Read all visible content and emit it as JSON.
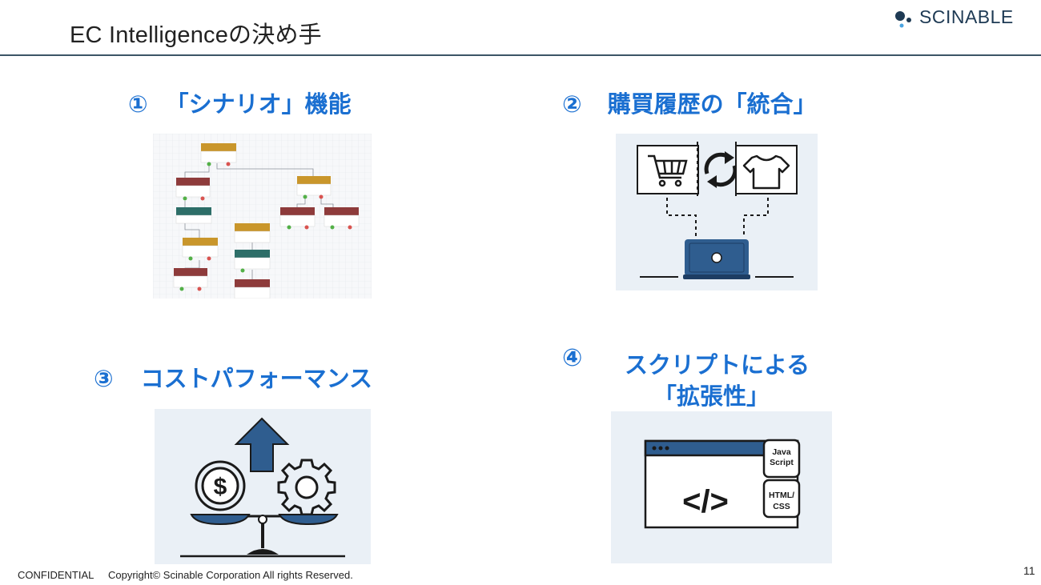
{
  "header": {
    "title": "EC Intelligenceの決め手",
    "logo_text": "SCINABLE"
  },
  "features": [
    {
      "number": "①",
      "label": "「シナリオ」機能"
    },
    {
      "number": "②",
      "label": "購買履歴の「統合」"
    },
    {
      "number": "③",
      "label": "コストパフォーマンス"
    },
    {
      "number": "④",
      "label_line1": "スクリプトによる",
      "label_line2": "「拡張性」"
    }
  ],
  "code_labels": {
    "tag": "</>",
    "js": [
      "Java",
      "Script"
    ],
    "html": [
      "HTML/",
      "CSS"
    ]
  },
  "footer": {
    "confidential": "CONFIDENTIAL",
    "copyright": "Copyright© Scinable Corporation All rights Reserved.",
    "page": "11"
  },
  "colors": {
    "accent": "#1a6fd1",
    "icon_blue": "#2f5d8f",
    "panel_bg": "#eaf0f6",
    "rule": "#3b5566"
  }
}
